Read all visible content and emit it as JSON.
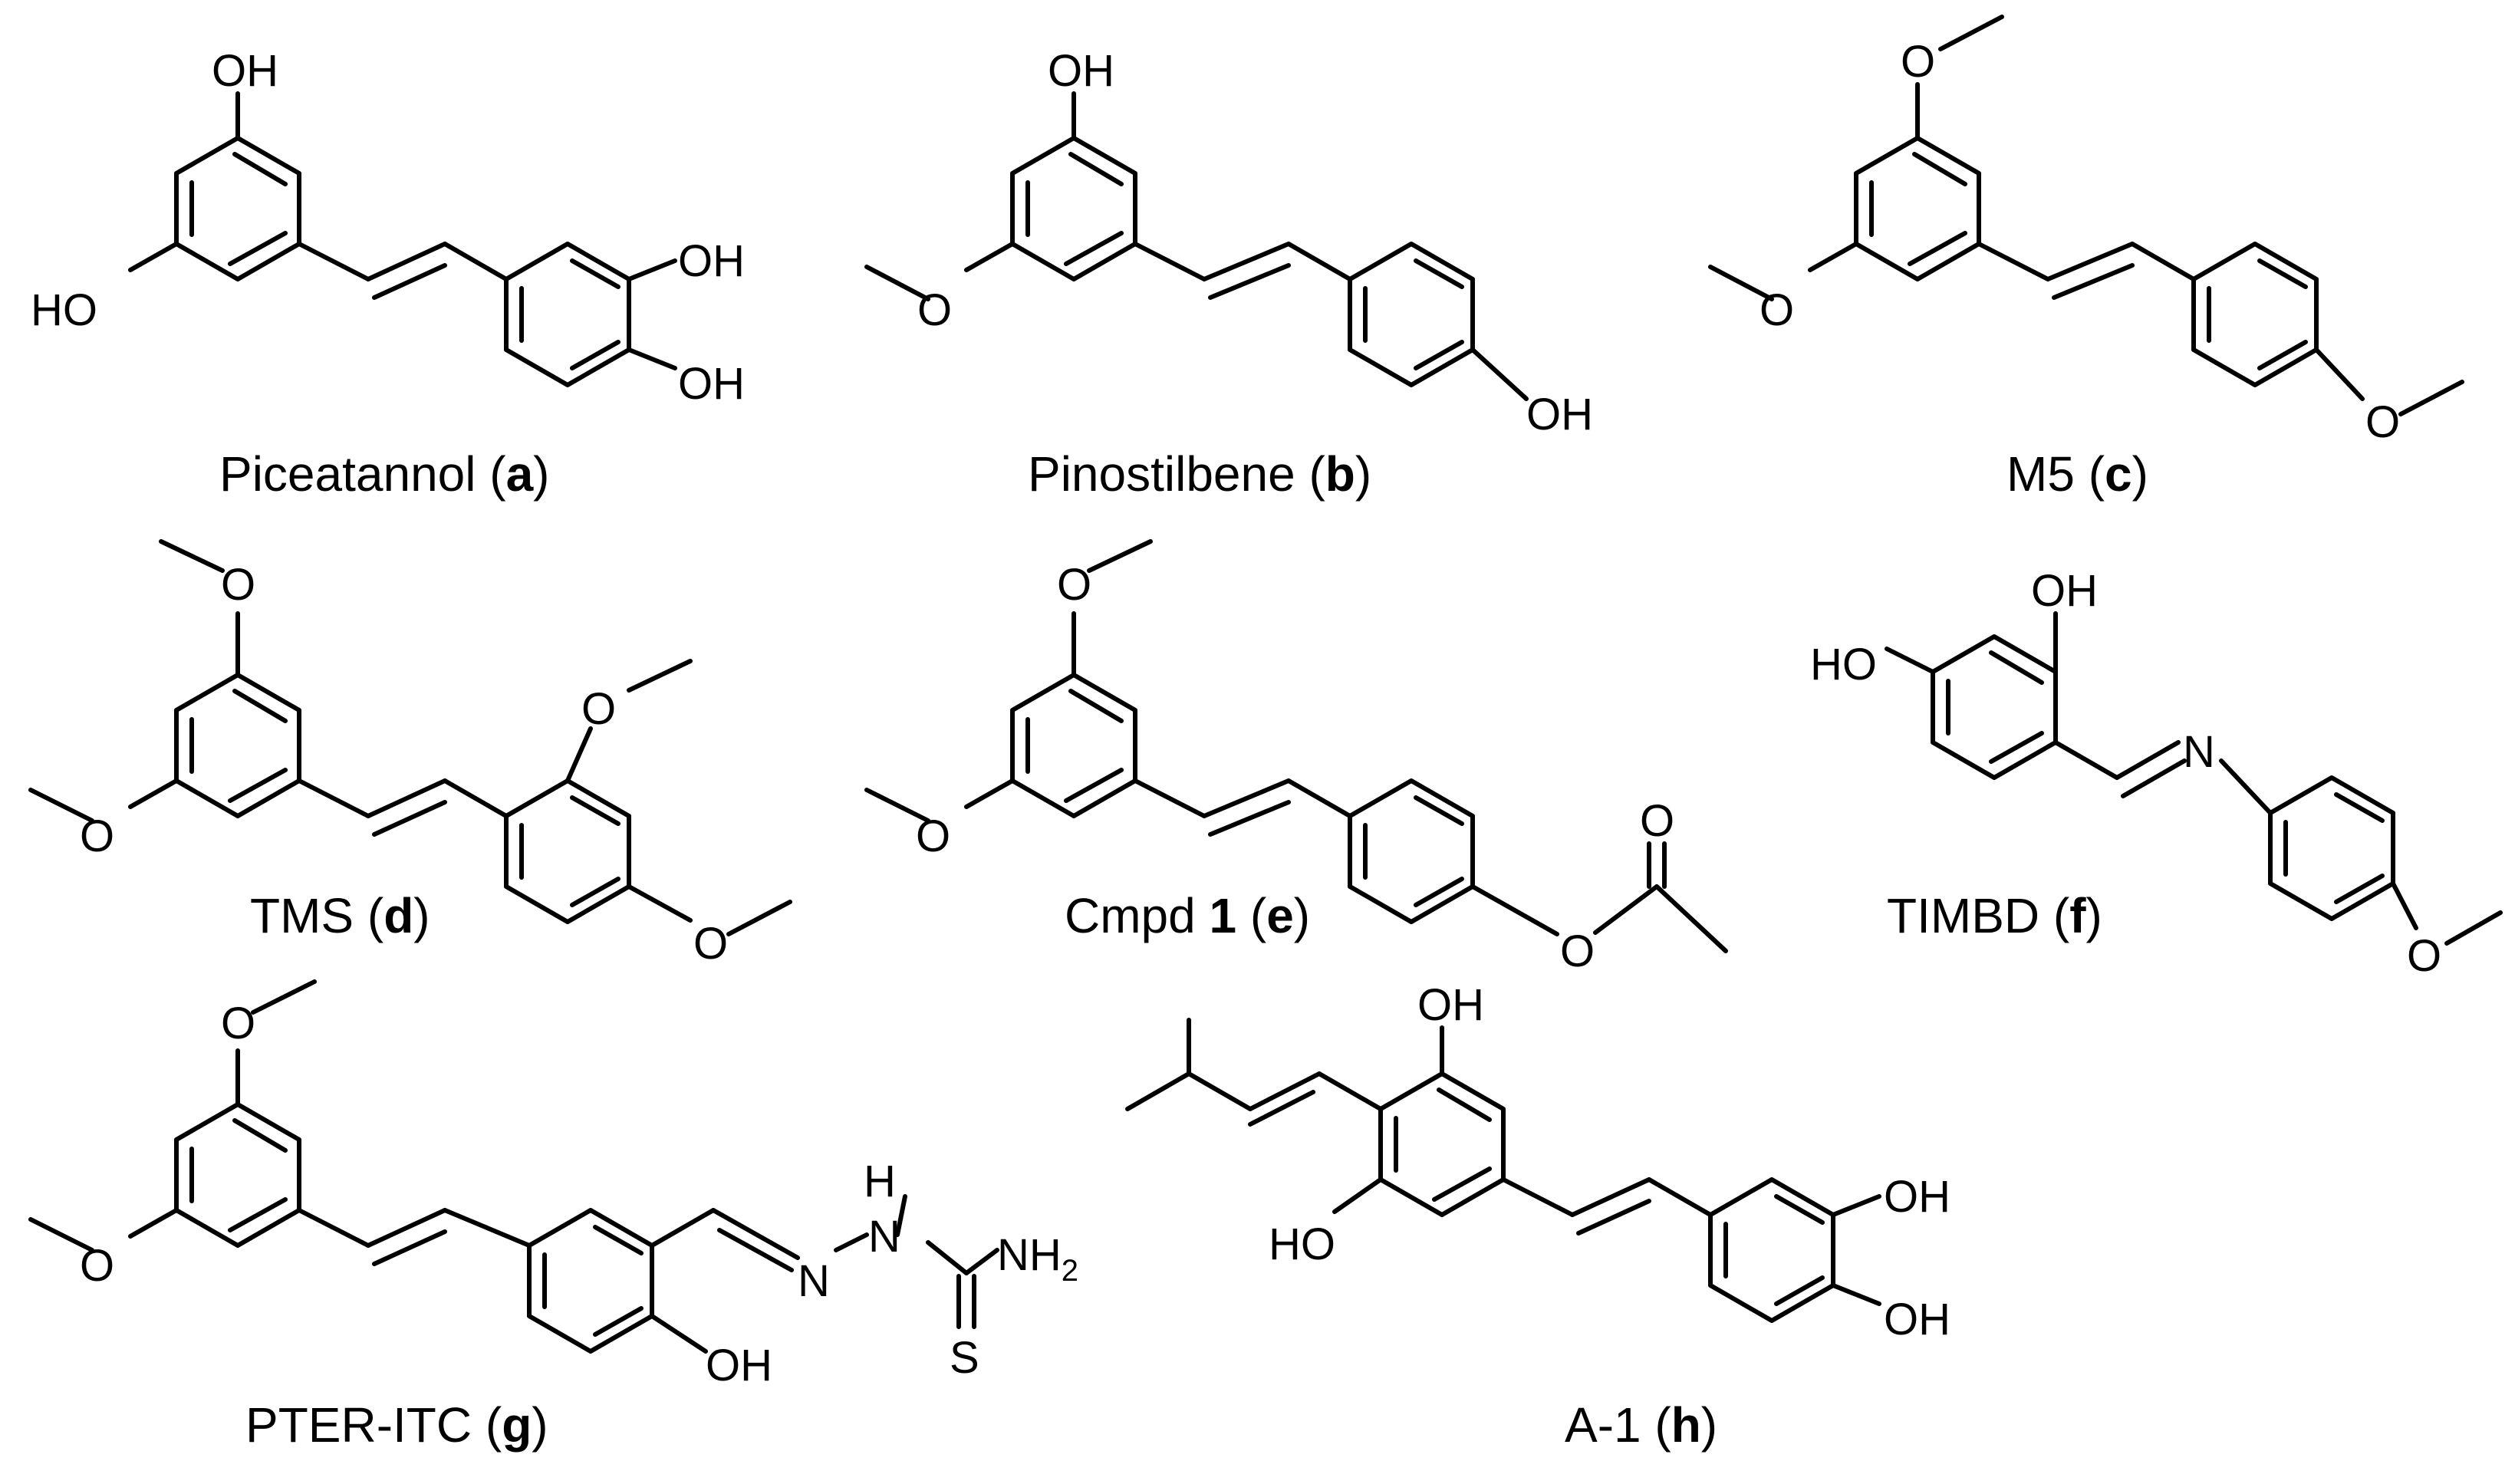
{
  "compounds": [
    {
      "name": "Piceatannol",
      "letter": "a",
      "atoms": {
        "oh_top": "OH",
        "ho_left": "HO",
        "oh_meta": "OH",
        "oh_para": "OH"
      }
    },
    {
      "name": "Pinostilbene",
      "letter": "b",
      "atoms": {
        "oh_top": "OH",
        "o_left": "O",
        "oh_para": "OH"
      }
    },
    {
      "name": "M5",
      "letter": "c",
      "atoms": {
        "o_top": "O",
        "o_left": "O",
        "o_para": "O"
      }
    },
    {
      "name": "TMS",
      "letter": "d",
      "atoms": {
        "o_top": "O",
        "o_left": "O",
        "o_ortho": "O",
        "o_para": "O"
      }
    },
    {
      "name": "Cmpd",
      "name_bold": "1",
      "letter": "e",
      "atoms": {
        "o_top": "O",
        "o_left": "O",
        "o_ester": "O",
        "o_carbonyl": "O"
      }
    },
    {
      "name": "TIMBD",
      "letter": "f",
      "atoms": {
        "oh_top": "OH",
        "ho_left": "HO",
        "n_imine": "N",
        "o_para": "O"
      }
    },
    {
      "name": "PTER-ITC",
      "letter": "g",
      "atoms": {
        "o_top": "O",
        "o_left": "O",
        "n1": "N",
        "nh_h": "H",
        "n2": "N",
        "nh2": "NH",
        "nh2_sub": "2",
        "s": "S",
        "oh": "OH"
      }
    },
    {
      "name": "A-1",
      "letter": "h",
      "atoms": {
        "oh_top": "OH",
        "ho_left": "HO",
        "oh_meta": "OH",
        "oh_para": "OH"
      }
    }
  ]
}
